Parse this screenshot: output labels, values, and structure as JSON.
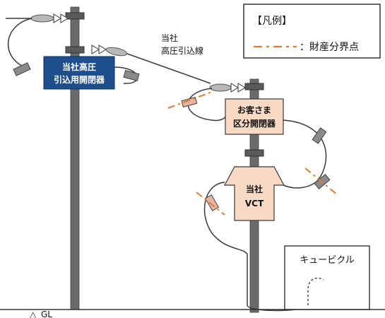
{
  "legend": {
    "title": "【凡例】",
    "item_label": "：財産分界点",
    "line_color": "#e07a2f"
  },
  "labels": {
    "company_switch_line1": "当社高圧",
    "company_switch_line2": "引込用開閉器",
    "service_line_line1": "当社",
    "service_line_line2": "高圧引込線",
    "customer_switch_line1": "お客さま",
    "customer_switch_line2": "区分開閉器",
    "vct_line1": "当社",
    "vct_line2": "VCT",
    "cubicle": "キュービクル",
    "ground_symbol": "△",
    "ground_label": "GL"
  },
  "colors": {
    "company_box": "#1f4e8c",
    "company_text": "#ffffff",
    "customer_box": "#f7d9c4",
    "customer_box_border": "#3a3a3a",
    "pole": "#6a6a6a",
    "cable": "#3a3a3a",
    "boundary_mark": "#e07a2f",
    "insulator": "#8a8a8a"
  }
}
